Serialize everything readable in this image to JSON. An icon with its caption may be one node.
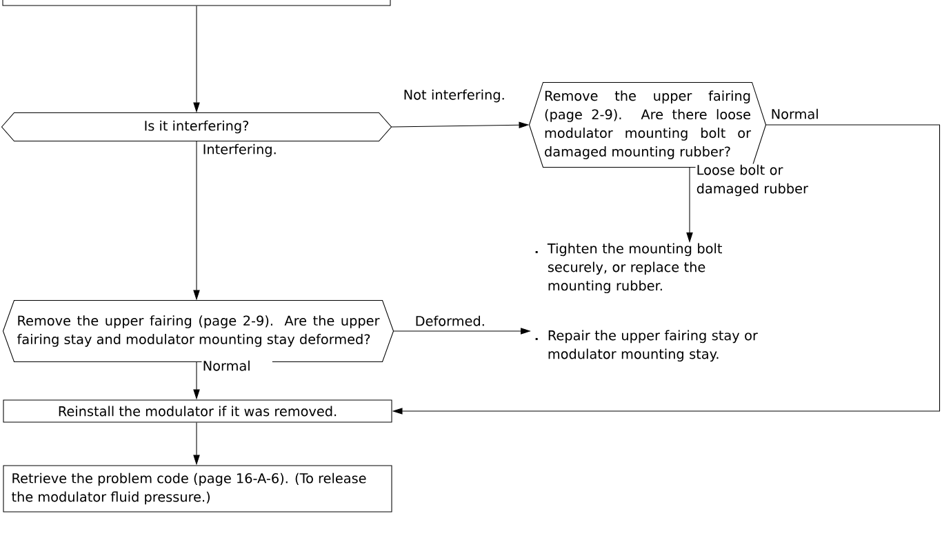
{
  "diagram": {
    "nodes": [
      {
        "text": [],
        "shape": "box"
      },
      {
        "text": [
          "Is it interfering?"
        ]
      },
      {
        "text": [
          "Remove the upper fairing (page 2-9). Are there loose modulator mounting bolt or damaged mounting rubber?"
        ]
      },
      {
        "text": [
          "Tighten the mounting bolt securely, or replace the mounting rubber."
        ]
      },
      {
        "text": [
          "Remove the upper fairing (page 2-9). Are the upper fairing stay and modulator mounting stay deformed?"
        ]
      },
      {
        "text": [
          "Repair the upper fairing stay or modulator mounting stay."
        ]
      },
      {
        "text": [
          "Reinstall the modulator if it was removed."
        ]
      },
      {
        "text": [
          "Retrieve the problem code (page 16-A-6). (To release the modulator fluid pressure.)"
        ]
      }
    ],
    "edges": [
      {
        "from": 0,
        "to": 1,
        "arrow": "to"
      },
      {
        "from": 1,
        "to": 2,
        "arrow": "to",
        "label": "Not interfering."
      },
      {
        "from": 1,
        "to": 4,
        "arrow": "to",
        "label": "Interfering."
      },
      {
        "from": 2,
        "to": 3,
        "arrow": "to",
        "label": "Loose bolt or damaged rubber"
      },
      {
        "from": 2,
        "to": 6,
        "arrow": "to",
        "label": "Normal"
      },
      {
        "from": 4,
        "to": 5,
        "arrow": "to",
        "label": "Deformed."
      },
      {
        "from": 4,
        "to": 6,
        "arrow": "to",
        "label": "Normal"
      },
      {
        "from": 6,
        "to": 7,
        "arrow": "to"
      }
    ]
  }
}
